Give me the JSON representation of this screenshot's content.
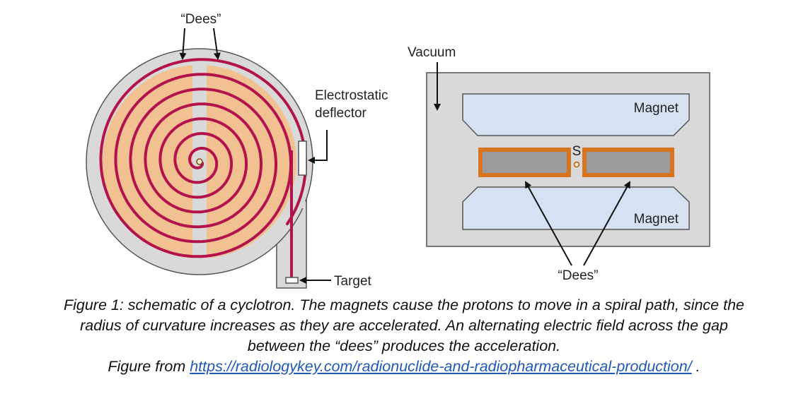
{
  "diagram": {
    "cyclotron": {
      "dees_label": "“Dees”",
      "deflector_label_line1": "Electrostatic",
      "deflector_label_line2": "deflector",
      "target_label": "Target"
    },
    "cross_section": {
      "vacuum_label": "Vacuum",
      "magnet_top_label": "Magnet",
      "magnet_bottom_label": "Magnet",
      "source_label": "S",
      "dees_label": "“Dees”"
    },
    "colors": {
      "dee_fill": "#f2c191",
      "spiral": "#b3134d",
      "chamber_fill": "#d9d9d9",
      "magnet_fill": "#d6e2f2",
      "dee_border": "#d7741f",
      "dee_inner": "#9a9a9a"
    }
  },
  "caption": {
    "line1": "Figure 1: schematic of a cyclotron.  The magnets cause the protons to move in a spiral path, since the",
    "line2": "radius of curvature increases as they are accelerated.  An alternating electric field across the gap",
    "line3": "between the “dees” produces the acceleration.",
    "source_prefix": "Figure from ",
    "source_link": "https://radiologykey.com/radionuclide-and-radiopharmaceutical-production/",
    "source_suffix": " ."
  }
}
